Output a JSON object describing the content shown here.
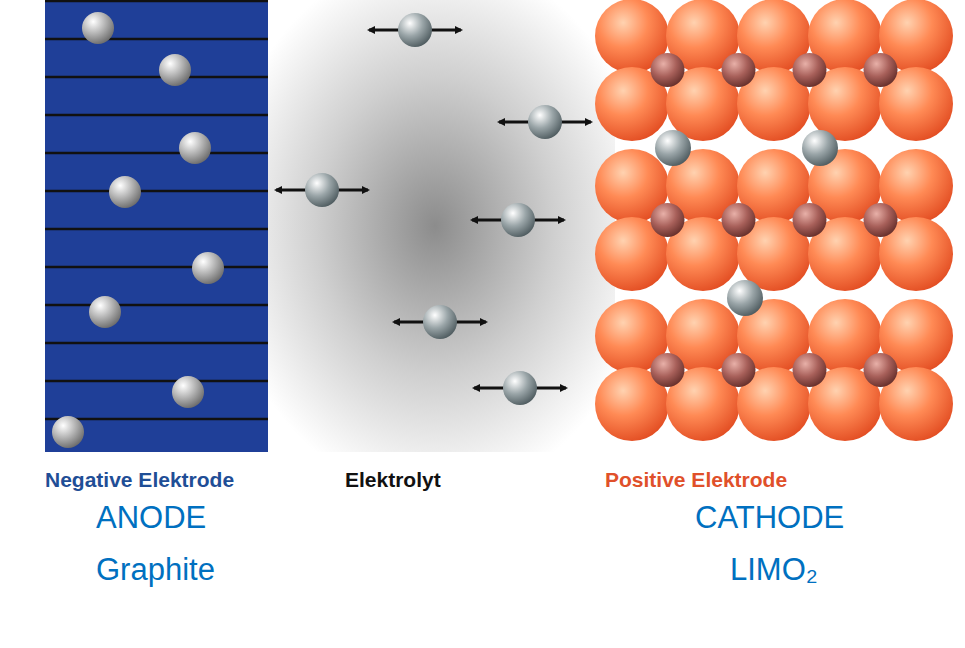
{
  "diagram": {
    "labels": [
      "Negative Elektrode",
      "Elektrolyt",
      "Positive Elektrode",
      "ANODE",
      "CATHODE",
      "Graphite",
      "LIMO₂"
    ]
  }
}
